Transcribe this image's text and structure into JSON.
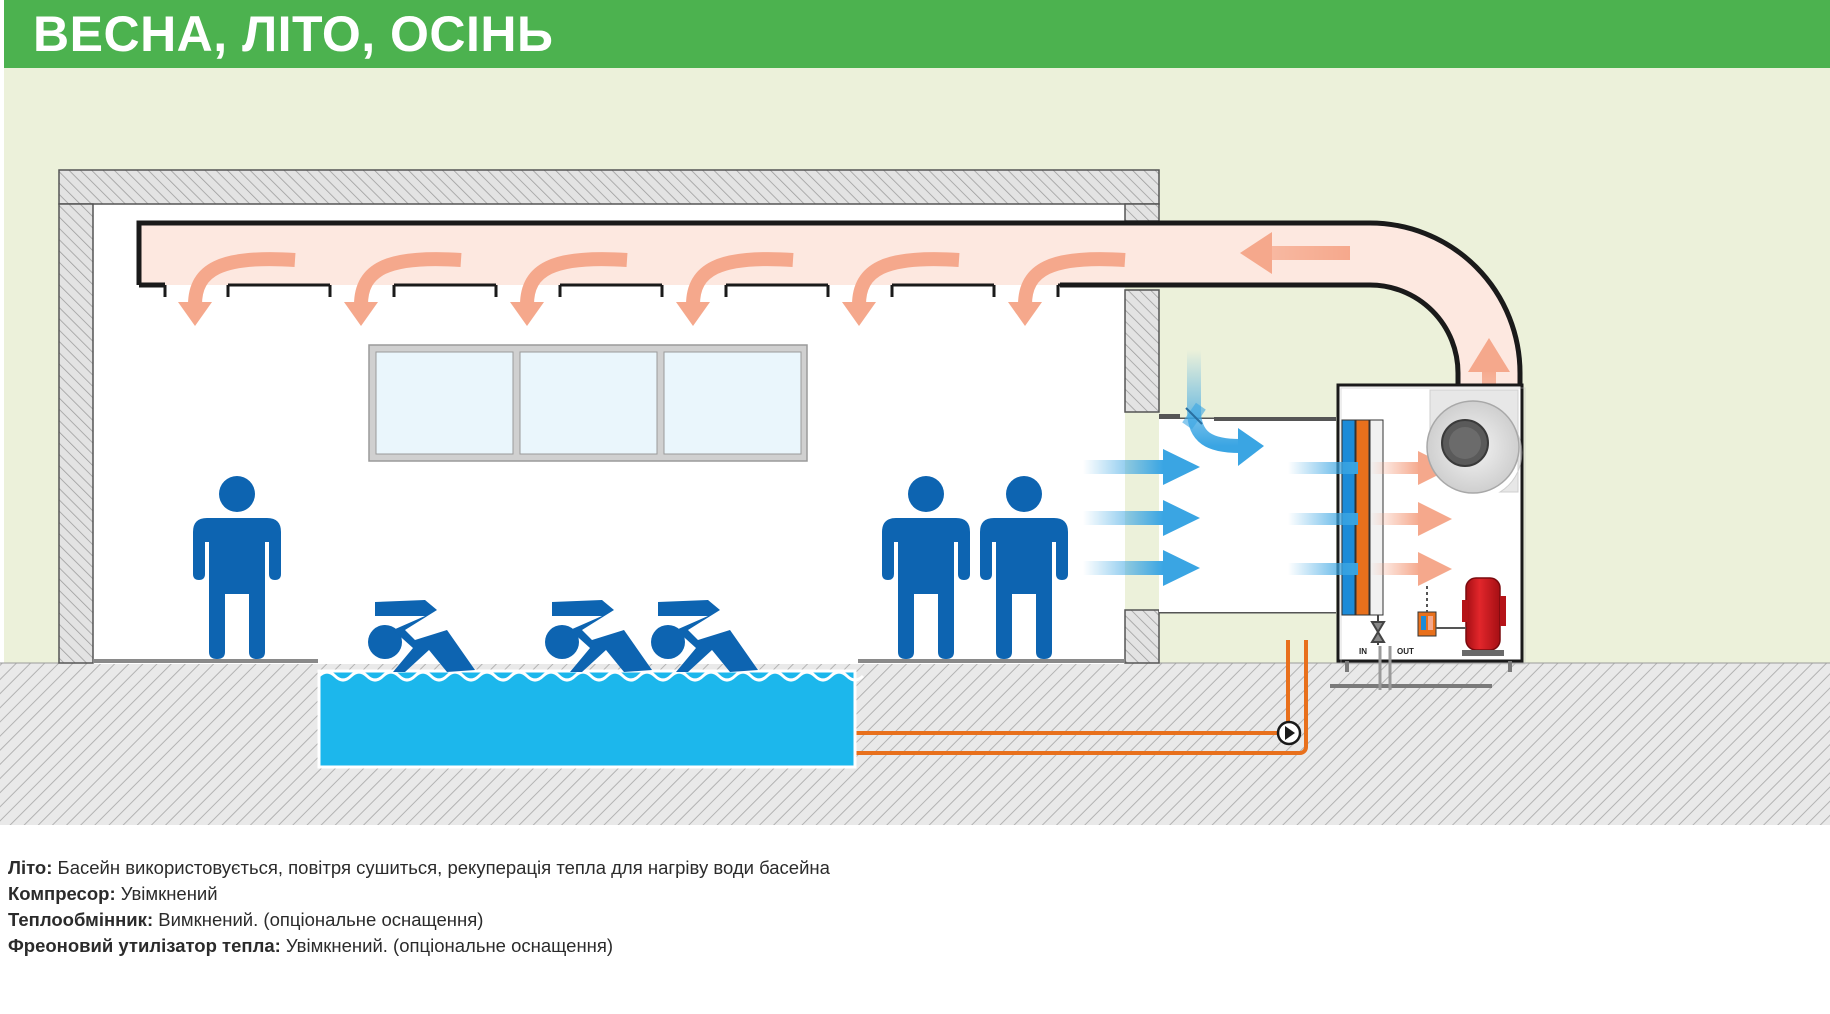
{
  "header": {
    "title": "ВЕСНА, ЛІТО, ОСІНЬ"
  },
  "device": {
    "in_label": "IN",
    "out_label": "OUT"
  },
  "legend": [
    {
      "label": "Літо:",
      "value": "Басейн використовується, повітря сушиться, рекуперація тепла для нагріву води басейна"
    },
    {
      "label": "Компресор:",
      "value": "Увімкнений"
    },
    {
      "label": "Теплообмінник:",
      "value": "Вимкнений. (опціональне оснащення)"
    },
    {
      "label": "Фреоновий утилізатор тепла:",
      "value": "Увімкнений. (опціональне оснащення)"
    }
  ],
  "colors": {
    "header_green": "#4cb24f",
    "background_green": "#ecf1da",
    "person_blue": "#0d64b1",
    "pool_blue": "#1cb7ec",
    "warm_air": "#f5a88c",
    "cold_air": "#3aa5e3",
    "freon_orange": "#e8701c",
    "compressor_red": "#d0171e"
  },
  "icons": [
    "person-icon",
    "swimmer-icon",
    "fan-icon",
    "compressor-icon",
    "pump-icon",
    "air-flow-arrow-icon"
  ]
}
